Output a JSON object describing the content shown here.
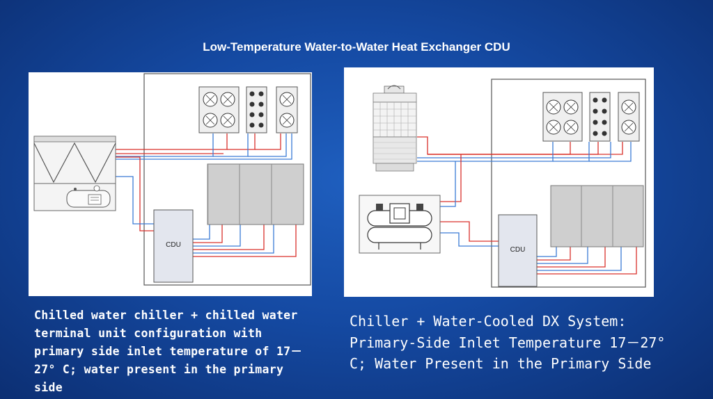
{
  "title": "Low-Temperature Water-to-Water Heat Exchanger CDU",
  "left_panel": {
    "cdu_label": "CDU",
    "caption": "Chilled water chiller + chilled water terminal unit configuration with primary side inlet temperature of 17－27° C; water present in the primary side"
  },
  "right_panel": {
    "cdu_label": "CDU",
    "caption": "Chiller + Water-Cooled DX System: Primary-Side Inlet Temperature 17－27° C; Water Present in the Primary Side"
  },
  "colors": {
    "supply_line": "#d9302b",
    "return_line": "#3a7bd5",
    "rack": "#cfcfcf",
    "cdu_box": "#e3e6ee"
  }
}
